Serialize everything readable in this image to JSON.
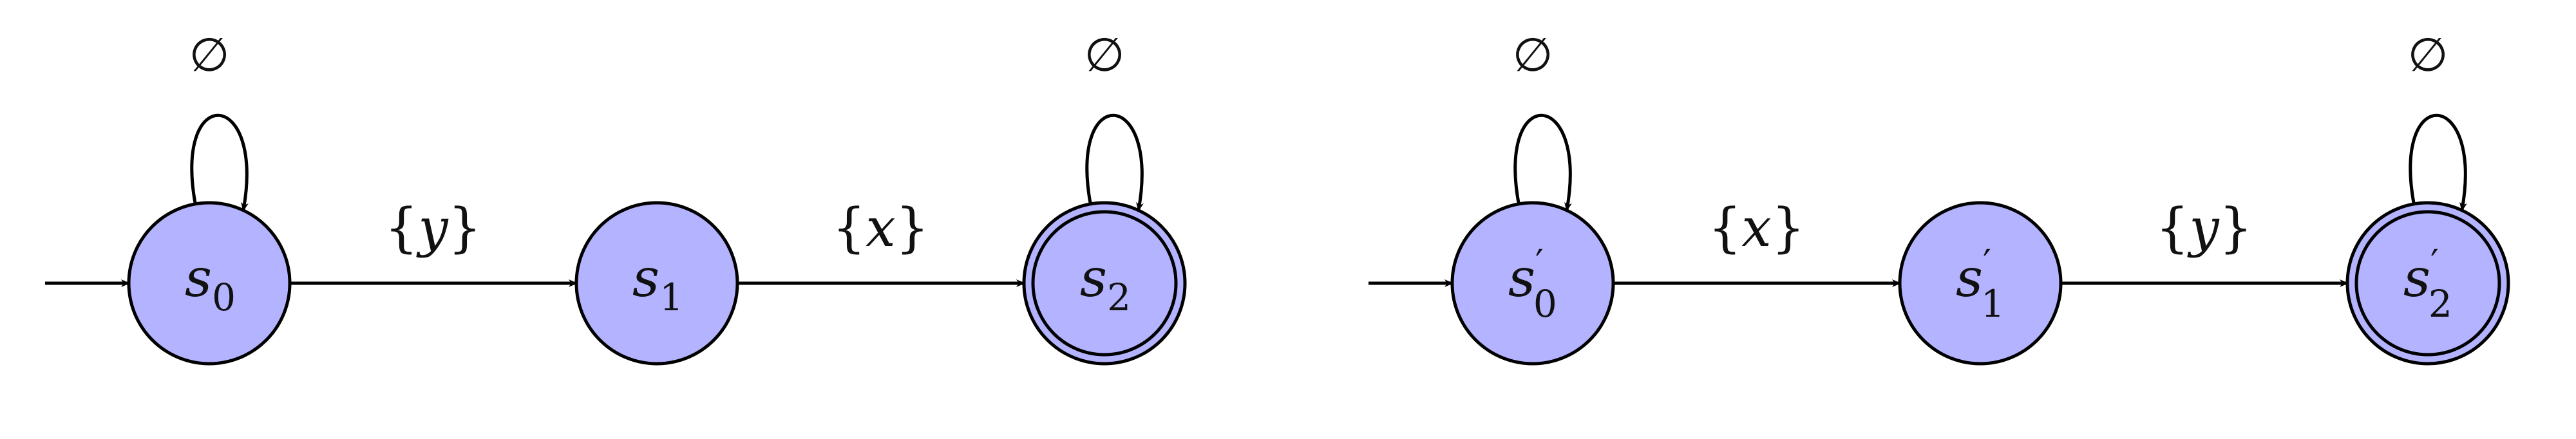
{
  "colors": {
    "state_fill": "#b3b3ff",
    "stroke": "#000000"
  },
  "automata": [
    {
      "states": [
        {
          "base": "s",
          "prime": "",
          "sub": "0",
          "initial": true,
          "accepting": false,
          "self_loop": "∅"
        },
        {
          "base": "s",
          "prime": "",
          "sub": "1",
          "initial": false,
          "accepting": false,
          "self_loop": ""
        },
        {
          "base": "s",
          "prime": "",
          "sub": "2",
          "initial": false,
          "accepting": true,
          "self_loop": "∅"
        }
      ],
      "transitions": [
        {
          "from": 0,
          "to": 1,
          "open": "{",
          "var": "y",
          "close": "}"
        },
        {
          "from": 1,
          "to": 2,
          "open": "{",
          "var": "x",
          "close": "}"
        }
      ]
    },
    {
      "states": [
        {
          "base": "s",
          "prime": "′",
          "sub": "0",
          "initial": true,
          "accepting": false,
          "self_loop": "∅"
        },
        {
          "base": "s",
          "prime": "′",
          "sub": "1",
          "initial": false,
          "accepting": false,
          "self_loop": ""
        },
        {
          "base": "s",
          "prime": "′",
          "sub": "2",
          "initial": false,
          "accepting": true,
          "self_loop": "∅"
        }
      ],
      "transitions": [
        {
          "from": 0,
          "to": 1,
          "open": "{",
          "var": "x",
          "close": "}"
        },
        {
          "from": 1,
          "to": 2,
          "open": "{",
          "var": "y",
          "close": "}"
        }
      ]
    }
  ]
}
